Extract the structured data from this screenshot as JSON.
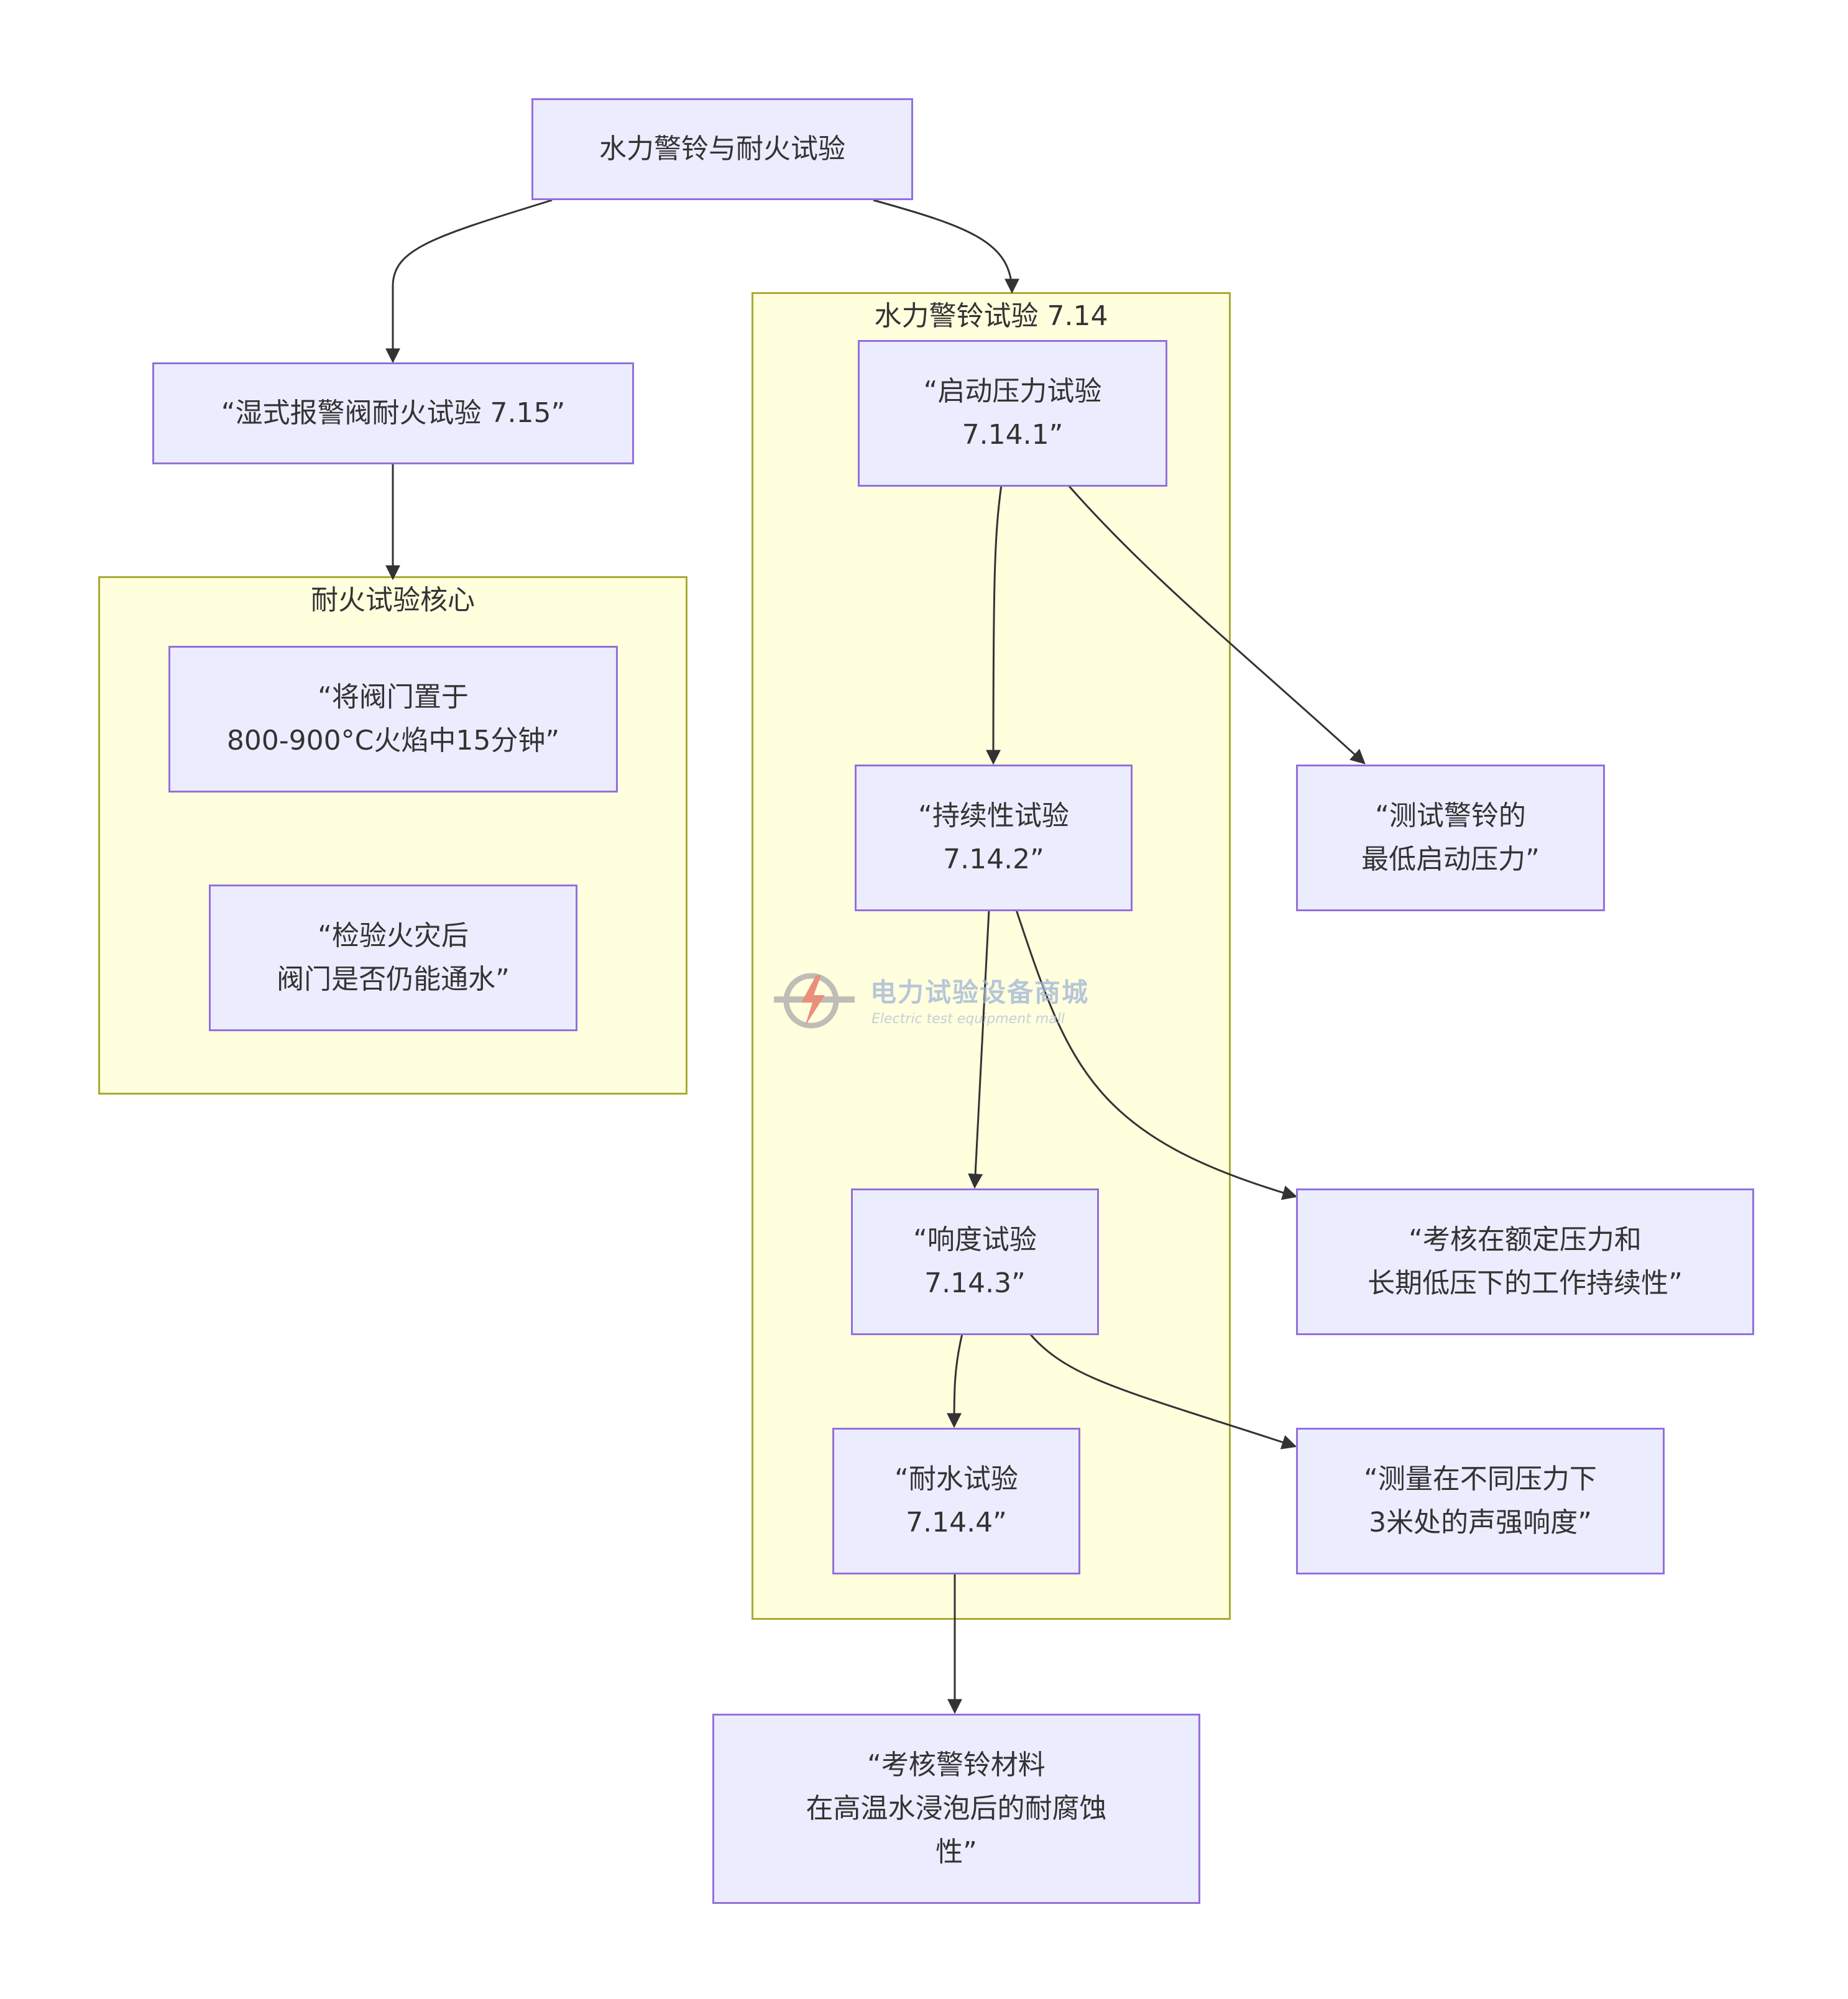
{
  "diagram": {
    "root": "水力警铃与耐火试验",
    "wet_valve": "“湿式报警阀耐火试验 7.15”",
    "fire_cluster": {
      "title": "耐火试验核心",
      "node1": "“将阀门置于\n800-900°C火焰中15分钟”",
      "node2": "“检验火灾后\n阀门是否仍能通水”"
    },
    "bell_cluster": {
      "title": "水力警铃试验 7.14",
      "start": "“启动压力试验\n7.14.1”",
      "continuous": "“持续性试验\n7.14.2”",
      "loudness": "“响度试验\n7.14.3”",
      "water": "“耐水试验\n7.14.4”"
    },
    "desc_start": "“测试警铃的\n最低启动压力”",
    "desc_continuous": "“考核在额定压力和\n长期低压下的工作持续性”",
    "desc_loudness": "“测量在不同压力下\n3米处的声强响度”",
    "desc_water": "“考核警铃材料\n在高温水浸泡后的耐腐蚀\n性”"
  },
  "watermark": {
    "cn": "电力试验设备商城",
    "en": "Electric test equipment mall"
  },
  "colors": {
    "node_fill": "#ececff",
    "node_border": "#9370db",
    "cluster_fill": "#ffffde",
    "cluster_border": "#aaaa33",
    "edge": "#333333"
  }
}
